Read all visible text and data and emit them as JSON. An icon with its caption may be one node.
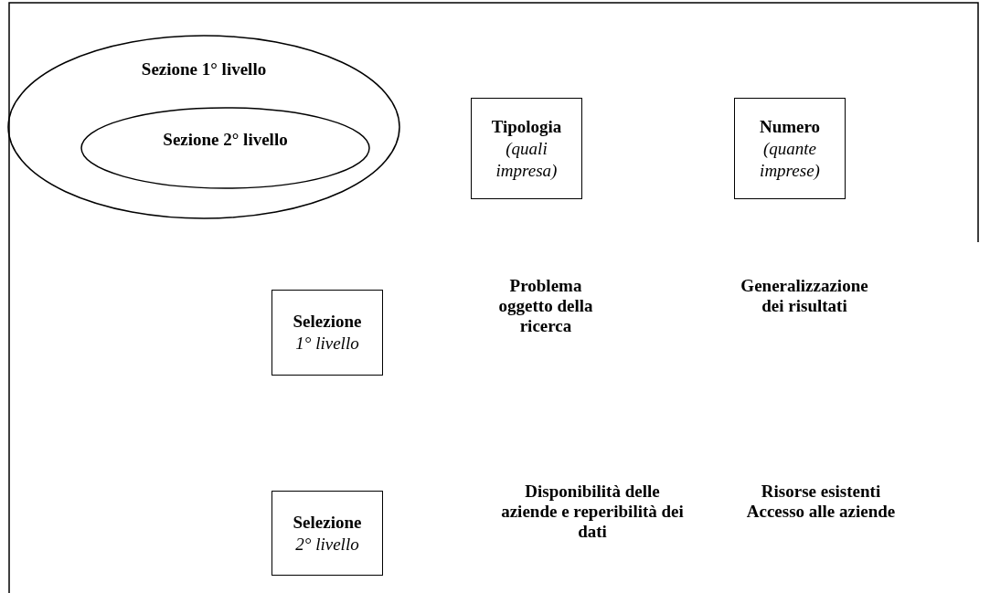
{
  "diagram": {
    "nodes": [
      {
        "text": [
          "Sezione 1° livello"
        ]
      },
      {
        "text": [
          "Sezione 2° livello"
        ],
        "in": 0
      },
      {
        "text": [
          "Tipologia",
          "(quali impresa)"
        ]
      },
      {
        "text": [
          "Numero",
          "(quante imprese)"
        ]
      },
      {
        "text": [
          "Selezione",
          "1° livello"
        ]
      },
      {
        "text": [
          "Selezione",
          "2° livello"
        ]
      }
    ],
    "edges": [],
    "labels": [
      "Problema oggetto della ricerca",
      "Generalizzazione dei risultati",
      "Disponibilità delle aziende e reperibilità dei dati",
      "Risorse esistenti",
      "Accesso alle aziende"
    ]
  }
}
